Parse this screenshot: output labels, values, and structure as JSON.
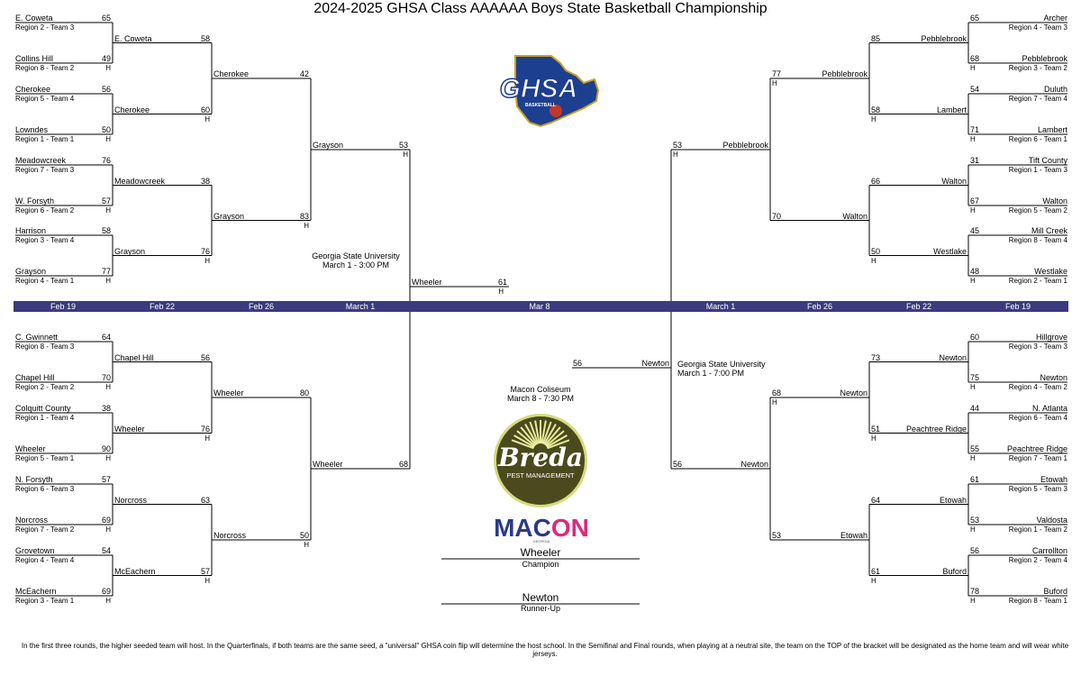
{
  "title": "2024-2025 GHSA Class AAAAAA Boys State Basketball Championship",
  "host": "H",
  "dates": [
    "Feb 19",
    "Feb 22",
    "Feb 26",
    "March 1",
    "Mar 8",
    "March 1",
    "Feb 26",
    "Feb 22",
    "Feb 19"
  ],
  "round1": {
    "tl": [
      {
        "team": "E. Coweta",
        "seed": "Region 2 -  Team 3",
        "score": "65"
      },
      {
        "team": "Collins Hill",
        "seed": "Region 8 -  Team 2",
        "score": "49"
      },
      {
        "team": "Cherokee",
        "seed": "Region 5 -  Team 4",
        "score": "56"
      },
      {
        "team": "Lowndes",
        "seed": "Region 1 -  Team 1",
        "score": "50"
      },
      {
        "team": "Meadowcreek",
        "seed": "Region 7 -  Team 3",
        "score": "76"
      },
      {
        "team": "W. Forsyth",
        "seed": "Region 6 -  Team 2",
        "score": "57"
      },
      {
        "team": "Harrison",
        "seed": "Region 3 -  Team 4",
        "score": "58"
      },
      {
        "team": "Grayson",
        "seed": "Region 4 -  Team 1",
        "score": "77"
      }
    ],
    "bl": [
      {
        "team": "C. Gwinnett",
        "seed": "Region 8 -  Team 3",
        "score": "64"
      },
      {
        "team": "Chapel Hill",
        "seed": "Region 2 -  Team 2",
        "score": "70"
      },
      {
        "team": "Colquitt County",
        "seed": "Region 1 -  Team 4",
        "score": "38"
      },
      {
        "team": "Wheeler",
        "seed": "Region 5 -  Team 1",
        "score": "90"
      },
      {
        "team": "N. Forsyth",
        "seed": "Region 6 -  Team 3",
        "score": "57"
      },
      {
        "team": "Norcross",
        "seed": "Region 7 -  Team 2",
        "score": "69"
      },
      {
        "team": "Grovetown",
        "seed": "Region 4 -  Team 4",
        "score": "54"
      },
      {
        "team": "McEachern",
        "seed": "Region 3 -  Team 1",
        "score": "69"
      }
    ],
    "tr": [
      {
        "team": "Archer",
        "seed": "Region 4 -  Team 3",
        "score": "65"
      },
      {
        "team": "Pebblebrook",
        "seed": "Region 3 -  Team 2",
        "score": "68"
      },
      {
        "team": "Duluth",
        "seed": "Region 7 -  Team 4",
        "score": "54"
      },
      {
        "team": "Lambert",
        "seed": "Region 6 -  Team 1",
        "score": "71"
      },
      {
        "team": "Tift County",
        "seed": "Region 1 -  Team 3",
        "score": "31"
      },
      {
        "team": "Walton",
        "seed": "Region 5 -  Team 2",
        "score": "67"
      },
      {
        "team": "Mill Creek",
        "seed": "Region 8 -  Team 4",
        "score": "45"
      },
      {
        "team": "Westlake",
        "seed": "Region 2 -  Team 1",
        "score": "48"
      }
    ],
    "br": [
      {
        "team": "Hillgrove",
        "seed": "Region 3 -  Team 3",
        "score": "60"
      },
      {
        "team": "Newton",
        "seed": "Region 4 -  Team 2",
        "score": "75"
      },
      {
        "team": "N. Atlanta",
        "seed": "Region 6 -  Team 4",
        "score": "44"
      },
      {
        "team": "Peachtree Ridge",
        "seed": "Region 7 -  Team 1",
        "score": "55"
      },
      {
        "team": "Etowah",
        "seed": "Region 5 -  Team 3",
        "score": "61"
      },
      {
        "team": "Valdosta",
        "seed": "Region 1 -  Team 2",
        "score": "53"
      },
      {
        "team": "Carrollton",
        "seed": "Region 2 -  Team 4",
        "score": "56"
      },
      {
        "team": "Buford",
        "seed": "Region 8 -  Team 1",
        "score": "78"
      }
    ]
  },
  "round2": {
    "tl": [
      {
        "team": "E. Coweta",
        "score": "58"
      },
      {
        "team": "Cherokee",
        "score": "60"
      },
      {
        "team": "Meadowcreek",
        "score": "38"
      },
      {
        "team": "Grayson",
        "score": "76"
      }
    ],
    "bl": [
      {
        "team": "Chapel Hill",
        "score": "56"
      },
      {
        "team": "Wheeler",
        "score": "76"
      },
      {
        "team": "Norcross",
        "score": "63"
      },
      {
        "team": "McEachern",
        "score": "57"
      }
    ],
    "tr": [
      {
        "team": "Pebblebrook",
        "score": "85"
      },
      {
        "team": "Lambert",
        "score": "58"
      },
      {
        "team": "Walton",
        "score": "66"
      },
      {
        "team": "Westlake",
        "score": "50"
      }
    ],
    "br": [
      {
        "team": "Newton",
        "score": "73"
      },
      {
        "team": "Peachtree Ridge",
        "score": "51"
      },
      {
        "team": "Etowah",
        "score": "64"
      },
      {
        "team": "Buford",
        "score": "61"
      }
    ]
  },
  "round3": {
    "tl": [
      {
        "team": "Cherokee",
        "score": "42"
      },
      {
        "team": "Grayson",
        "score": "83"
      }
    ],
    "bl": [
      {
        "team": "Wheeler",
        "score": "80"
      },
      {
        "team": "Norcross",
        "score": "50"
      }
    ],
    "tr": [
      {
        "team": "Pebblebrook",
        "score": "77"
      },
      {
        "team": "Walton",
        "score": "70"
      }
    ],
    "br": [
      {
        "team": "Newton",
        "score": "68"
      },
      {
        "team": "Etowah",
        "score": "53"
      }
    ]
  },
  "semis": {
    "left": [
      {
        "team": "Grayson",
        "score": "53"
      },
      {
        "team": "Wheeler",
        "score": "68"
      }
    ],
    "right": [
      {
        "team": "Pebblebrook",
        "score": "53"
      },
      {
        "team": "Newton",
        "score": "56"
      }
    ]
  },
  "final": {
    "left": {
      "team": "Wheeler",
      "score": "61"
    },
    "right": {
      "team": "Newton",
      "score": "56"
    }
  },
  "venues": {
    "left_line1": "Georgia State University",
    "left_line2": "March 1 - 3:00 PM",
    "right_line1": "Georgia State University",
    "right_line2": "March 1 - 7:00 PM",
    "final_line1": "Macon Coliseum",
    "final_line2": "March 8 - 7:30 PM"
  },
  "champion": {
    "name": "Wheeler",
    "label": "Champion"
  },
  "runner_up": {
    "name": "Newton",
    "label": "Runner-Up"
  },
  "logos": {
    "ghsa": "GHSA",
    "ghsa_sub": "BASKETBALL",
    "breda": "Breda",
    "breda_sub": "PEST MANAGEMENT",
    "macon": "MACON",
    "macon_sub": "GEORGIA"
  },
  "footer": "In the first three rounds, the higher seeded team will host. In the Quarterfinals, if both teams are the same seed, a \"universal\" GHSA coin flip will determine the host school. In the Semifinal and Final rounds, when playing at a neutral site, the team on the TOP of the bracket will be designated as the home team and will wear white jerseys.",
  "colors": {
    "bar": "#3b3b7d",
    "ghsa_blue": "#1d3f8f",
    "breda_green": "#4a4a1e",
    "macon_blue": "#2a3a8a",
    "macon_pink": "#e0287a"
  }
}
